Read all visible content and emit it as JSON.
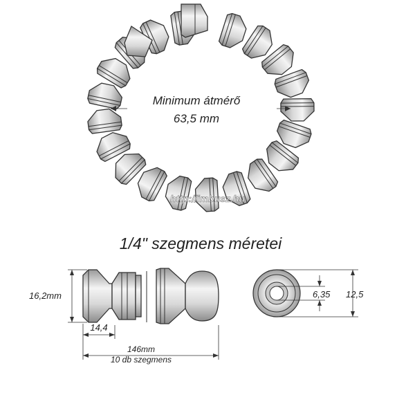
{
  "caption": {
    "min_diameter_line1": "Minimum átmérő",
    "min_diameter_line2": "63,5 mm",
    "watermark": "http://imbusz.hu"
  },
  "section_title": "1/4\" szegmens méretei",
  "dimensions": {
    "height": "16,2mm",
    "segment_length": "14,4",
    "total_length": "146mm",
    "segment_count": "10 db szegmens",
    "inner_diameter": "6,35",
    "outer_diameter": "12,5"
  },
  "icons": {
    "ring": "hose-ring-diagram",
    "side": "segment-side-view",
    "end": "segment-end-view"
  }
}
